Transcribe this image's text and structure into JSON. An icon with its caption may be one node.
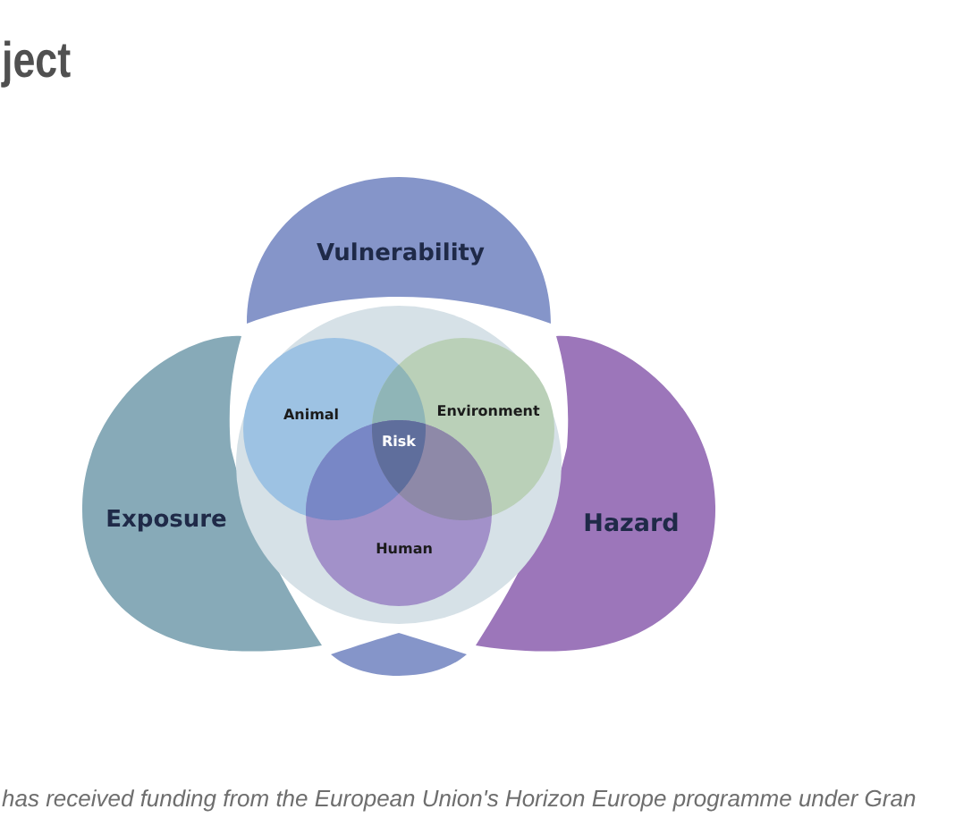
{
  "diagram": {
    "title": "ject",
    "nodes": [
      {
        "text": [
          "Vulnerability"
        ]
      },
      {
        "text": [
          "Exposure"
        ]
      },
      {
        "text": [
          "Hazard"
        ]
      },
      {
        "text": [],
        "shape": "circle"
      },
      {
        "text": [
          "Animal"
        ],
        "in": 3
      },
      {
        "text": [
          "Environment"
        ],
        "in": 3
      },
      {
        "text": [
          "Human"
        ],
        "in": 3
      }
    ],
    "labels": [
      "Risk"
    ],
    "caption": "has received funding from the European Union's Horizon Europe programme under Gran"
  }
}
